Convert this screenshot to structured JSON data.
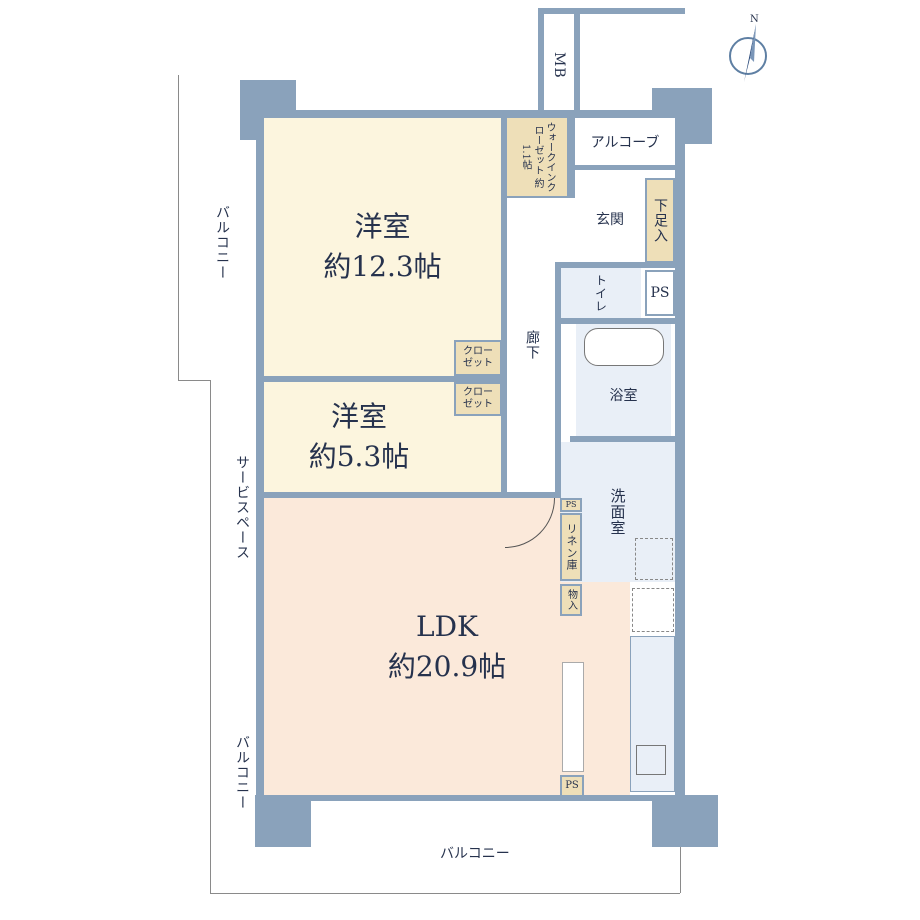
{
  "rooms": {
    "western1": {
      "name": "洋室",
      "size": "約12.3帖"
    },
    "western2": {
      "name": "洋室",
      "size": "約5.3帖"
    },
    "ldk": {
      "name": "LDK",
      "size": "約20.9帖"
    },
    "wic": {
      "name": "ウォークインクローゼット",
      "size": "約1.1帖"
    },
    "closet1": "クローゼット",
    "closet2": "クローゼット",
    "hallway": "廊下",
    "alcove": "アルコーブ",
    "entrance": "玄関",
    "shoe": "下足入",
    "toilet": "トイレ",
    "ps_top": "PS",
    "bath": "浴室",
    "washroom": "洗面室",
    "ps_mid": "PS",
    "linen": "リネン庫",
    "storage": "物入",
    "ps_bottom": "PS",
    "mb": "MB"
  },
  "outside": {
    "balcony_left_top": "バルコニー",
    "service_space": "サービスペース",
    "balcony_left_bottom": "バルコニー",
    "balcony_bottom": "バルコニー"
  },
  "compass": {
    "north": "N"
  }
}
